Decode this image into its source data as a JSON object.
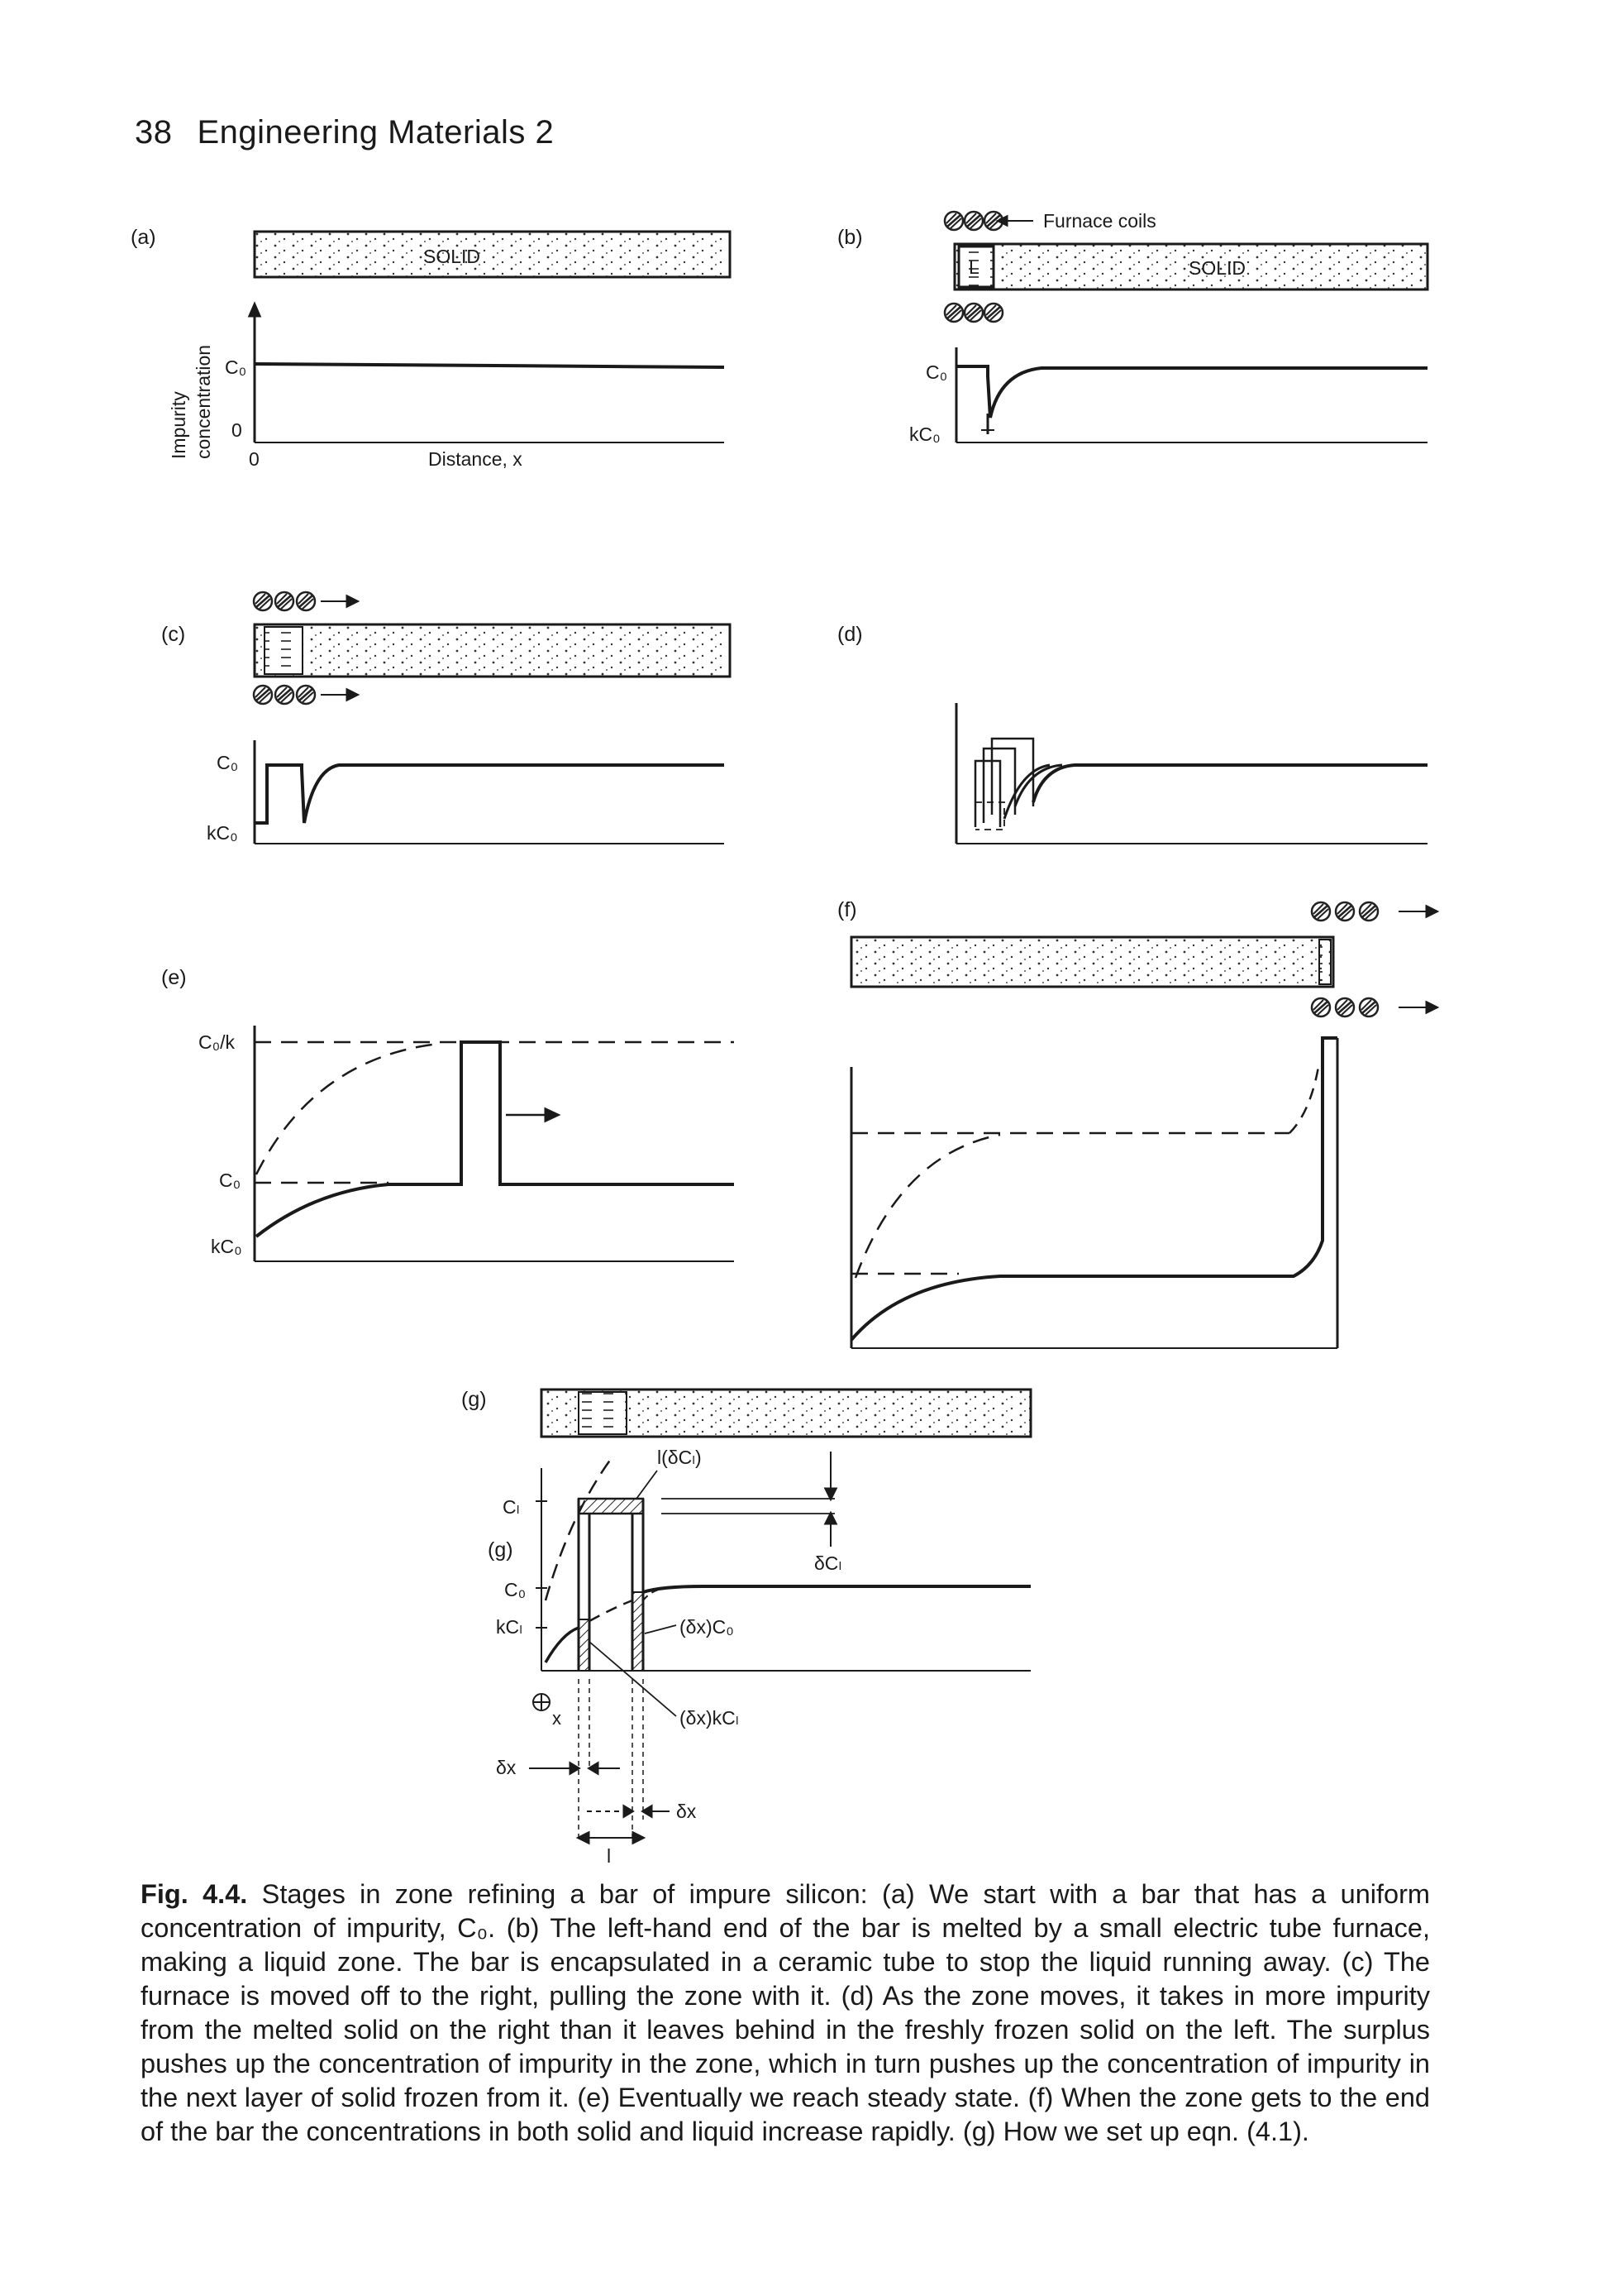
{
  "header": {
    "page_number": "38",
    "title": "Engineering Materials 2"
  },
  "figure": {
    "panel_a": {
      "label": "(a)",
      "bar_text": "SOLID",
      "ylabel_1": "Impurity",
      "ylabel_2": "concentration",
      "y_tick_c0": "C₀",
      "y_tick_zero": "0",
      "x_tick_zero": "0",
      "xlabel": "Distance, x"
    },
    "panel_b": {
      "label": "(b)",
      "coils_text": "Furnace coils",
      "zone_text": "L",
      "bar_text": "SOLID",
      "y_tick_c0": "C₀",
      "y_tick_kc0": "kC₀"
    },
    "panel_c": {
      "label": "(c)",
      "y_tick_c0": "C₀",
      "y_tick_kc0": "kC₀"
    },
    "panel_d": {
      "label": "(d)"
    },
    "panel_e": {
      "label": "(e)",
      "y_tick_c0k": "C₀/k",
      "y_tick_c0": "C₀",
      "y_tick_kc0": "kC₀"
    },
    "panel_f": {
      "label": "(f)"
    },
    "panel_g": {
      "label": "(g)",
      "label_2": "(g)",
      "y_tick_cl": "Cₗ",
      "y_tick_c0": "C₀",
      "y_tick_kcl": "kCₗ",
      "ann_l_dcl": "l(δCₗ)",
      "ann_dcl": "δCₗ",
      "ann_dx_c0": "(δx)C₀",
      "ann_dx_kcl": "(δx)kCₗ",
      "ann_x": "x",
      "ann_dx_left": "δx",
      "ann_dx_right": "δx",
      "ann_l": "l"
    }
  },
  "caption": {
    "fig_label": "Fig. 4.4.",
    "text": " Stages in zone refining a bar of impure silicon: (a) We start with a bar that has a uniform concentration of impurity, C₀. (b) The left-hand end of the bar is melted by a small electric tube furnace, making a liquid zone. The bar is encapsulated in a ceramic tube to stop the liquid running away. (c) The furnace is moved off to the right, pulling the zone with it. (d) As the zone moves, it takes in more impurity from the melted solid on the right than it leaves behind in the freshly frozen solid on the left. The surplus pushes up the concentration of impurity in the zone, which in turn pushes up the concentration of impurity in the next layer of solid frozen from it. (e) Eventually we reach steady state. (f) When the zone gets to the end of the bar the concentrations in both solid and liquid increase rapidly. (g) How we set up eqn. (4.1)."
  }
}
